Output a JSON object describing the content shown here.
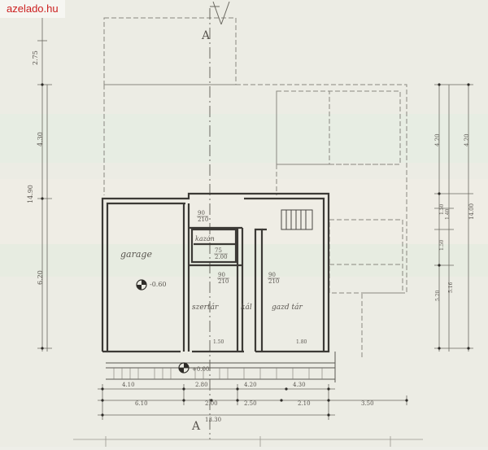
{
  "watermark": {
    "site": "azelado.hu"
  },
  "plan": {
    "section_marker": "A",
    "rooms": {
      "garage": "garage",
      "kazan": "kazán",
      "szertar": "szertár",
      "kal": "kál",
      "gazdtar": "gazd tár"
    },
    "level_marks": {
      "garage_level": "-0.60",
      "entry_level": "+0.00"
    },
    "door_marks": {
      "top": [
        "90",
        "210"
      ],
      "kazan": [
        "75",
        "2.00"
      ],
      "inner": [
        "90",
        "210"
      ],
      "kal": [
        "90",
        "210"
      ]
    },
    "left_dimensions": [
      "2.75",
      "4.30",
      "14.90",
      "6.20"
    ],
    "right_dimensions": [
      "4.20",
      "4.20",
      "1.50",
      "1.40",
      "14.00",
      "1.50",
      "5.20",
      "5.16"
    ],
    "bottom_dims_row1": [
      "4.10",
      "2.80",
      "4.20",
      "4.30"
    ],
    "bottom_dims_row2": [
      "6.10",
      "2.00",
      "2.50",
      "2.10",
      "3.50"
    ],
    "bottom_total": "13.30",
    "sill_marks": [
      "1.50",
      "1.80"
    ]
  }
}
